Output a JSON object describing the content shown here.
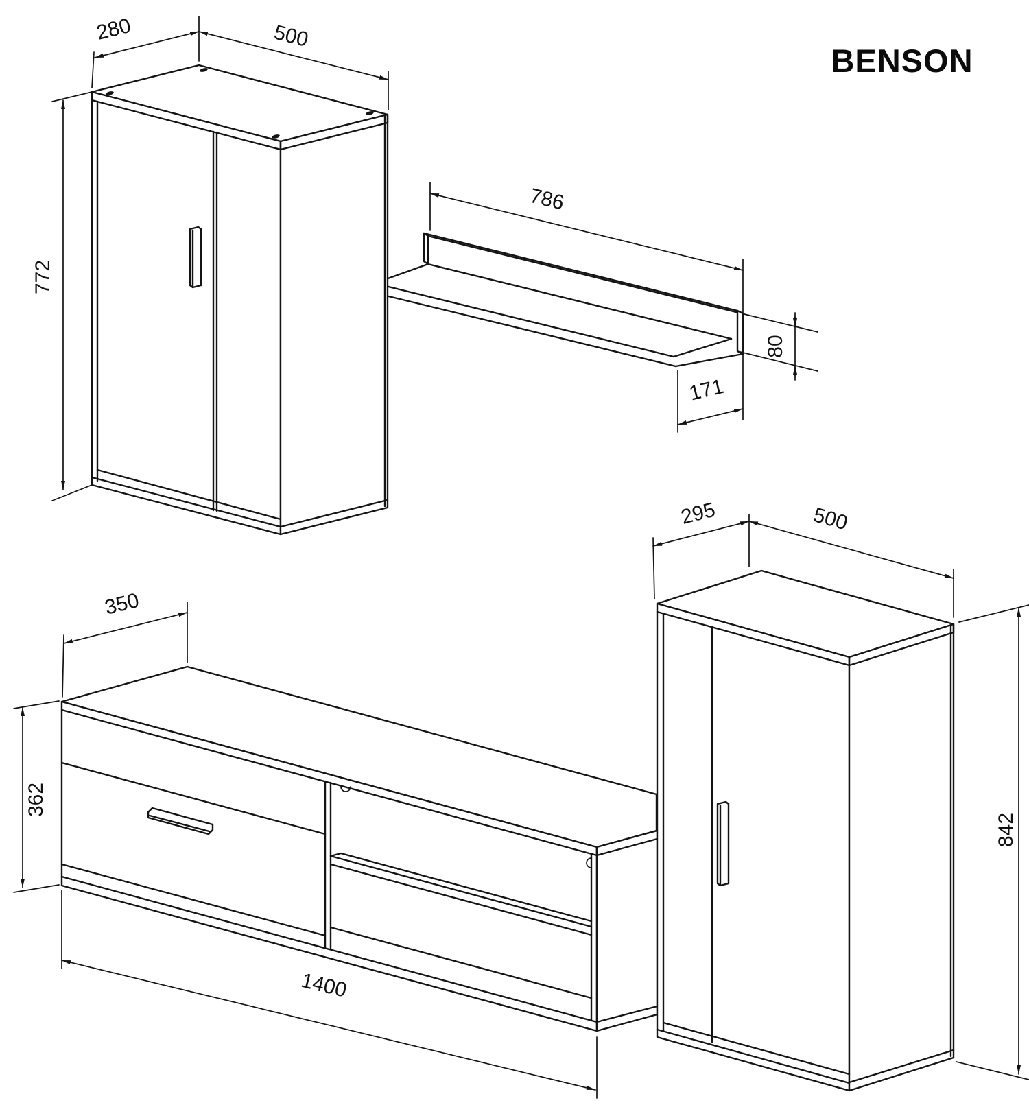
{
  "title": "BENSON",
  "drawing": {
    "wall_cabinet": {
      "depth": "280",
      "width": "500",
      "height": "772"
    },
    "wall_shelf": {
      "length": "786",
      "height": "80",
      "depth": "171"
    },
    "tv_stand": {
      "depth": "350",
      "height": "362",
      "length": "1400"
    },
    "side_cabinet": {
      "depth": "295",
      "width": "500",
      "height": "842"
    }
  }
}
